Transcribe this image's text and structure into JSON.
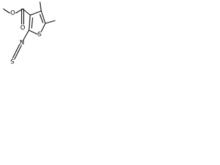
{
  "molecule": {
    "atoms": [
      {
        "id": "ester-oxygen",
        "label": "O"
      },
      {
        "id": "carbonyl-oxygen",
        "label": "O"
      },
      {
        "id": "ring-sulfur",
        "label": "S"
      },
      {
        "id": "isothiocyanate-nitrogen",
        "label": "N"
      },
      {
        "id": "isothiocyanate-sulfur",
        "label": "S"
      }
    ]
  },
  "colors": {
    "bond": "#000000",
    "label": "#000000",
    "background": "#ffffff"
  }
}
